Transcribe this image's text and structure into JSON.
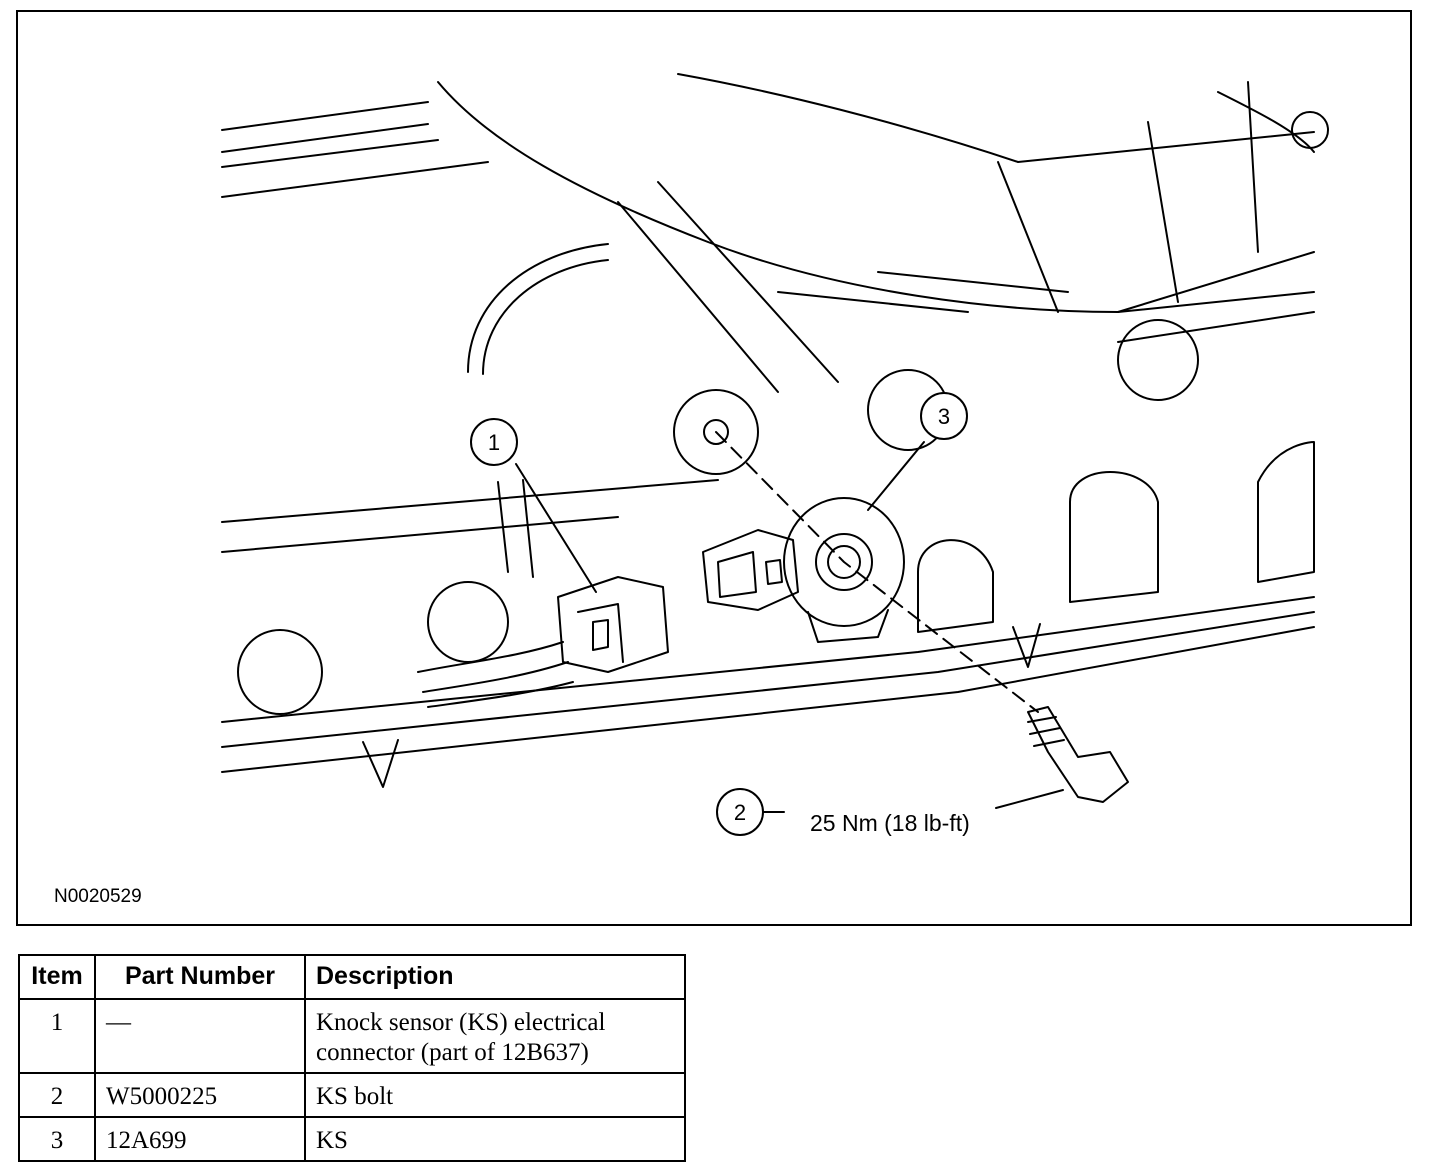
{
  "figure": {
    "id": "N0020529",
    "torque_label": "25 Nm (18 lb-ft)",
    "callouts": [
      "1",
      "2",
      "3"
    ]
  },
  "table": {
    "headers": [
      "Item",
      "Part Number",
      "Description"
    ],
    "rows": [
      {
        "item": "1",
        "part": "—",
        "desc_line1": "Knock sensor (KS) electrical",
        "desc_line2": "connector (part of 12B637)"
      },
      {
        "item": "2",
        "part": "W5000225",
        "desc_line1": "KS bolt",
        "desc_line2": ""
      },
      {
        "item": "3",
        "part": "12A699",
        "desc_line1": "KS",
        "desc_line2": ""
      }
    ]
  }
}
